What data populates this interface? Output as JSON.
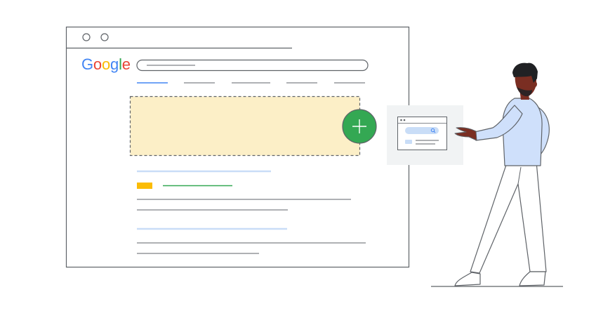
{
  "browser": {
    "window_controls": [
      "close-dot",
      "minimize-dot"
    ],
    "logo": {
      "text": "Google",
      "letters": [
        {
          "char": "G",
          "color": "#4285F4"
        },
        {
          "char": "o",
          "color": "#EA4335"
        },
        {
          "char": "o",
          "color": "#FBBC05"
        },
        {
          "char": "g",
          "color": "#4285F4"
        },
        {
          "char": "l",
          "color": "#34A853"
        },
        {
          "char": "e",
          "color": "#EA4335"
        }
      ]
    },
    "active_tab_index": 0
  },
  "ad_slot": {
    "fill_color": "#FCEFC7",
    "add_button_icon": "plus-icon",
    "add_button_color": "#34A853"
  },
  "icons": {
    "search": "search-icon",
    "add": "plus-icon"
  },
  "colors": {
    "outline": "#5F6368",
    "accent_blue": "#4285F4",
    "light_blue": "#C9DDF7",
    "shirt_blue": "#CFE0FB",
    "green": "#34A853",
    "yellow": "#FBBC05",
    "skin": "#7A2E22",
    "hair": "#202124",
    "panel_bg": "#F1F3F4"
  }
}
